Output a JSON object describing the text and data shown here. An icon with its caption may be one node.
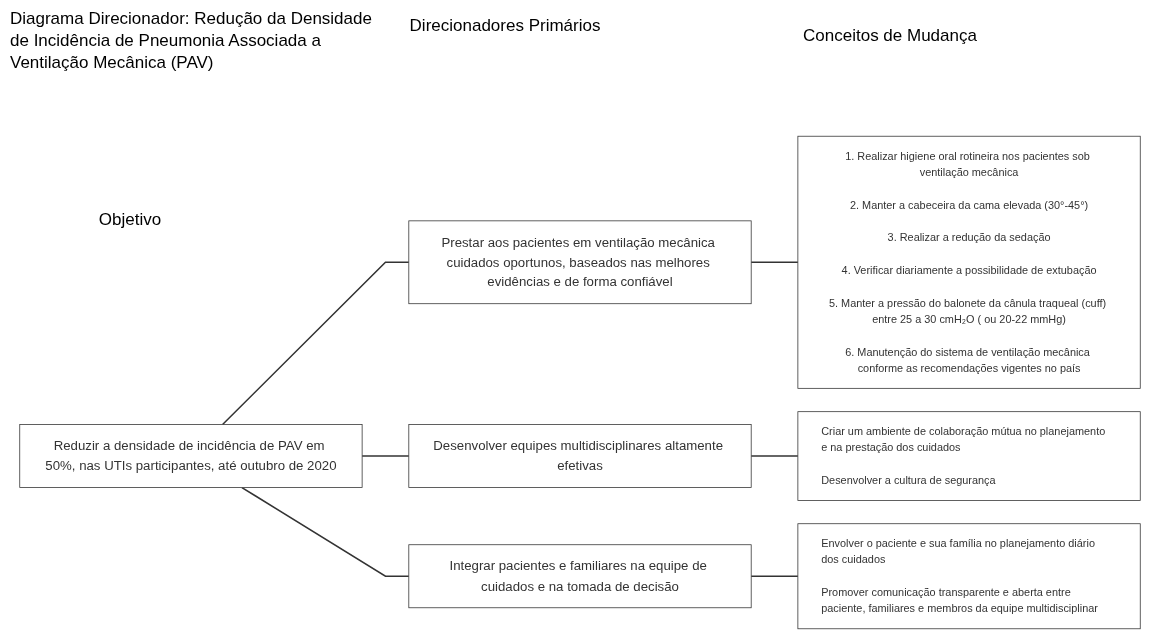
{
  "diagram": {
    "title": "Diagrama Direcionador: Redução da Densidade de Incidência de Pneumonia Associada a Ventilação Mecânica (PAV)",
    "nodes": [
      {
        "text": [
          "Reduzir a densidade de incidência de PAV em 50%, nas UTIs participantes, até outubro de 2020"
        ]
      },
      {
        "text": [
          "Prestar aos pacientes em ventilação mecânica cuidados oportunos, baseados nas melhores evidências e de forma confiável"
        ]
      },
      {
        "text": [
          "Desenvolver equipes multidisciplinares altamente efetivas"
        ]
      },
      {
        "text": [
          "Integrar pacientes e familiares na equipe de cuidados e na tomada de decisão"
        ]
      },
      {
        "text": [
          "1. Realizar higiene oral rotineira nos pacientes sob ventilação mecânica",
          "2. Manter a cabeceira da cama elevada (30°-45°)",
          "3. Realizar a redução da sedação",
          "4. Verificar diariamente a possibilidade de extubação",
          "5. Manter a pressão do balonete da cânula traqueal (cuff) entre 25 a 30 cmH₂O ( ou 20-22 mmHg)",
          "6. Manutenção do sistema de ventilação mecânica conforme as recomendações vigentes no país"
        ]
      },
      {
        "text": [
          "Criar um ambiente de colaboração mútua no planejamento e na prestação dos cuidados",
          "Desenvolver a cultura de segurança"
        ]
      },
      {
        "text": [
          "Envolver o paciente e sua família no planejamento diário dos cuidados",
          "Promover comunicação transparente e aberta entre paciente, familiares e membros da equipe multidisciplinar"
        ]
      }
    ],
    "edges": [
      {
        "from": 0,
        "to": 1,
        "arrow": "none"
      },
      {
        "from": 0,
        "to": 2,
        "arrow": "none"
      },
      {
        "from": 0,
        "to": 3,
        "arrow": "none"
      },
      {
        "from": 1,
        "to": 4,
        "arrow": "none"
      },
      {
        "from": 2,
        "to": 5,
        "arrow": "none"
      },
      {
        "from": 3,
        "to": 6,
        "arrow": "none"
      }
    ],
    "labels": [
      "Direcionadores Primários",
      "Conceitos de Mudança",
      "Objetivo"
    ]
  }
}
